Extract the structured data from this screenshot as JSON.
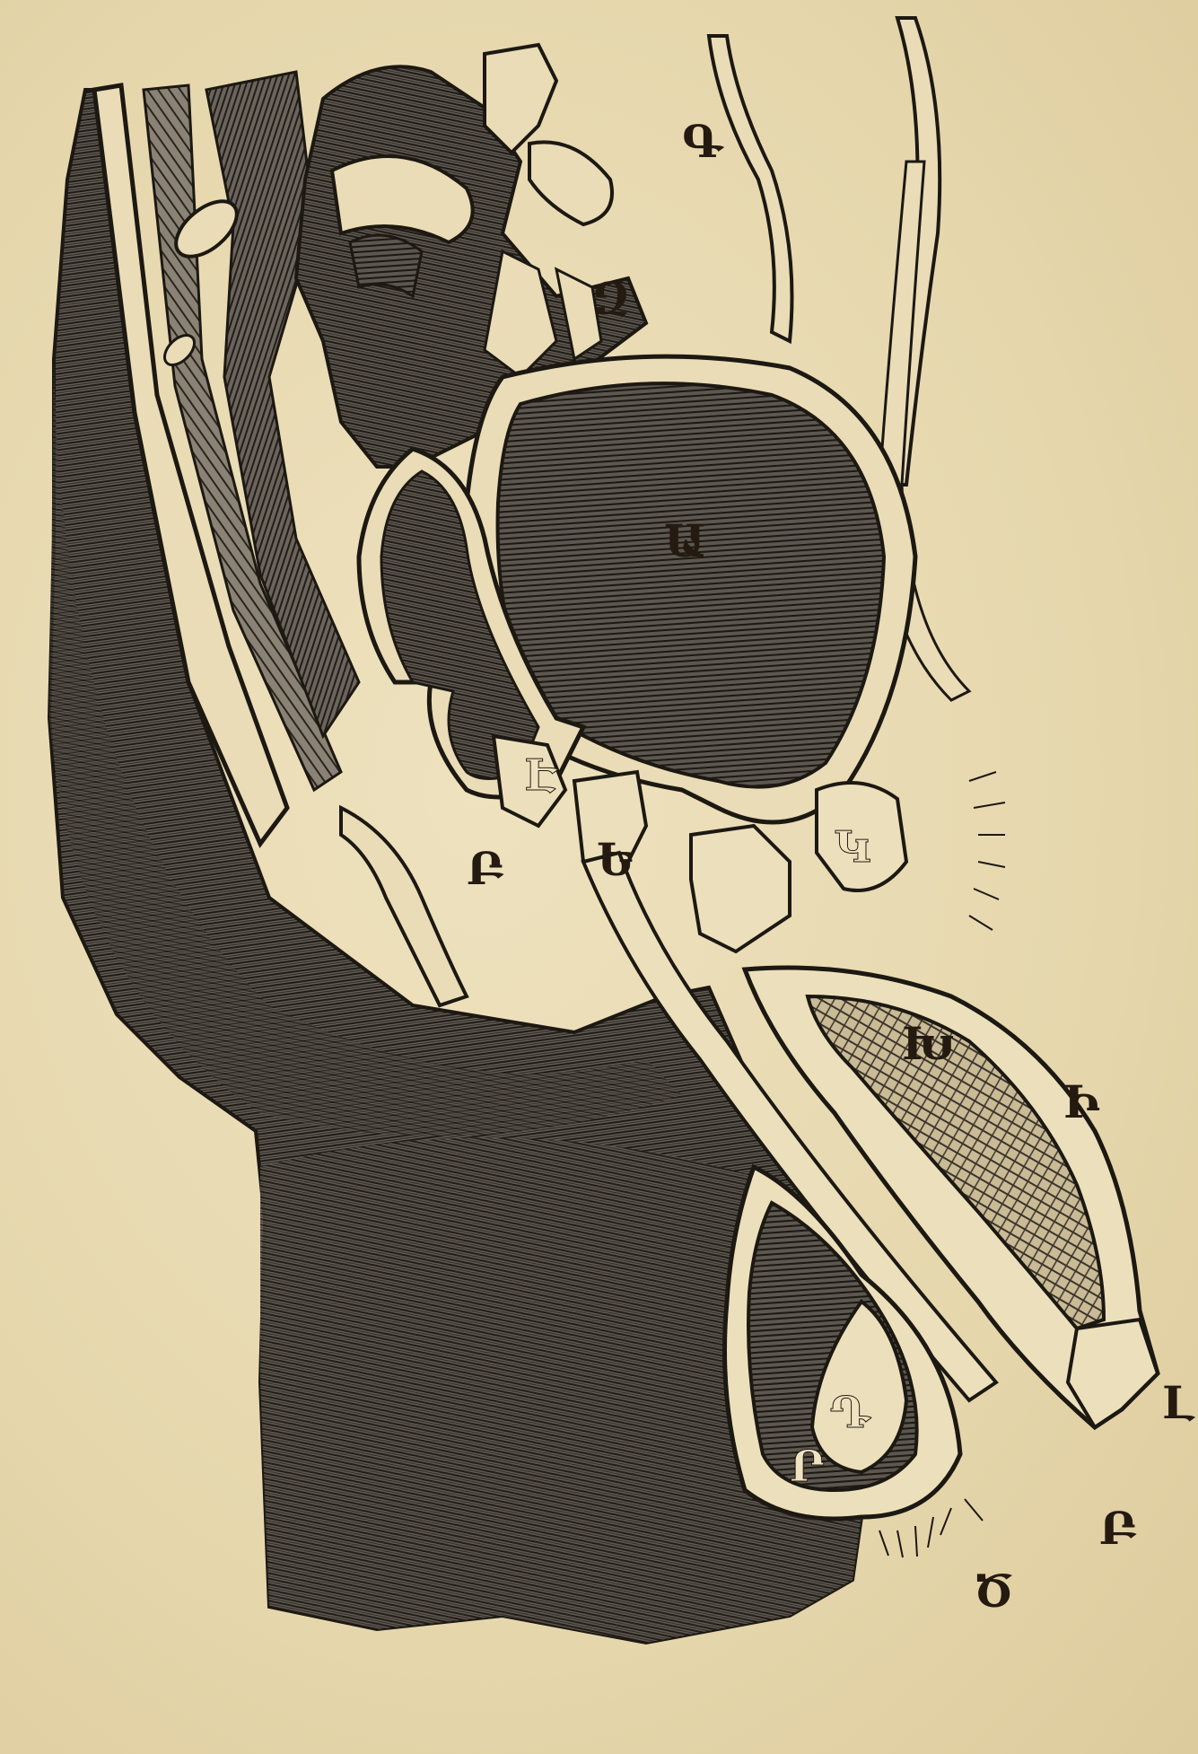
{
  "colors": {
    "paper": "#e9dcb6",
    "ink": "#2a2520",
    "cavity": "#ece0bc",
    "tissue": "#5b5650"
  },
  "labels": {
    "a": "Ա",
    "b": "Բ",
    "g": "Գ",
    "d": "Դ",
    "e": "Ե",
    "z": "Զ",
    "ee": "Է",
    "kh": "Խ",
    "i": "Ի",
    "l": "Լ",
    "k": "Կ",
    "r": "Ր",
    "tsa": "Ծ",
    "p": "Բ"
  }
}
